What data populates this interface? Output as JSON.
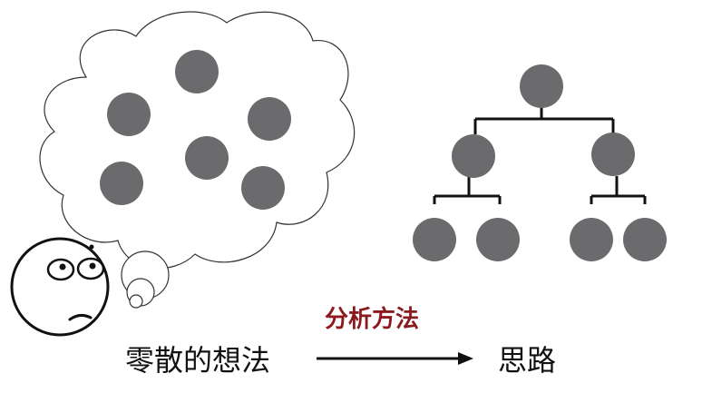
{
  "labels": {
    "scattered_thoughts": "零散的想法",
    "method": "分析方法",
    "structured_thinking": "思路"
  },
  "colors": {
    "dot": "#6b6b6e",
    "method_text": "#8b1a1f",
    "line": "#111111"
  },
  "icons": [
    "thinking-face-icon",
    "thought-cloud-icon",
    "arrow-right-icon",
    "tree-diagram-icon"
  ]
}
